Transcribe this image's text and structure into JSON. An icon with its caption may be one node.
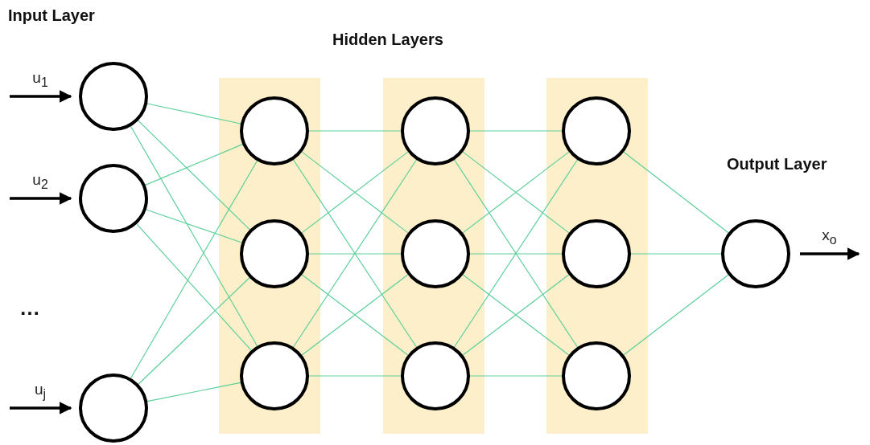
{
  "diagram": {
    "nodes": [
      {
        "text": [],
        "shape": "circle"
      },
      {
        "text": [],
        "shape": "circle"
      },
      {
        "text": [],
        "shape": "circle"
      },
      {
        "text": [],
        "shape": "bar"
      },
      {
        "text": [],
        "shape": "circle",
        "in": 3
      },
      {
        "text": [],
        "shape": "circle",
        "in": 3
      },
      {
        "text": [],
        "shape": "circle",
        "in": 3
      },
      {
        "text": [],
        "shape": "bar"
      },
      {
        "text": [],
        "shape": "circle",
        "in": 7
      },
      {
        "text": [],
        "shape": "circle",
        "in": 7
      },
      {
        "text": [],
        "shape": "circle",
        "in": 7
      },
      {
        "text": [],
        "shape": "bar"
      },
      {
        "text": [],
        "shape": "circle",
        "in": 11
      },
      {
        "text": [],
        "shape": "circle",
        "in": 11
      },
      {
        "text": [],
        "shape": "circle",
        "in": 11
      },
      {
        "text": [],
        "shape": "circle"
      }
    ],
    "edges": [
      {
        "from": null,
        "to": 0,
        "arrow": "to",
        "label": "u$_{1}$",
        "style": "thick",
        "color": "#000000"
      },
      {
        "from": null,
        "to": 1,
        "arrow": "to",
        "label": "u$_{2}$",
        "style": "thick",
        "color": "#000000"
      },
      {
        "from": null,
        "to": 2,
        "arrow": "to",
        "label": "u$_{j}$",
        "style": "thick",
        "color": "#000000"
      },
      {
        "from": 0,
        "to": 4,
        "arrow": "none"
      },
      {
        "from": 0,
        "to": 5,
        "arrow": "none"
      },
      {
        "from": 0,
        "to": 6,
        "arrow": "none"
      },
      {
        "from": 1,
        "to": 4,
        "arrow": "none"
      },
      {
        "from": 1,
        "to": 5,
        "arrow": "none"
      },
      {
        "from": 1,
        "to": 6,
        "arrow": "none"
      },
      {
        "from": 2,
        "to": 4,
        "arrow": "none"
      },
      {
        "from": 2,
        "to": 5,
        "arrow": "none"
      },
      {
        "from": 2,
        "to": 6,
        "arrow": "none"
      },
      {
        "from": 4,
        "to": 8,
        "arrow": "none"
      },
      {
        "from": 4,
        "to": 9,
        "arrow": "none"
      },
      {
        "from": 4,
        "to": 10,
        "arrow": "none"
      },
      {
        "from": 5,
        "to": 8,
        "arrow": "none"
      },
      {
        "from": 5,
        "to": 9,
        "arrow": "none"
      },
      {
        "from": 5,
        "to": 10,
        "arrow": "none"
      },
      {
        "from": 6,
        "to": 8,
        "arrow": "none"
      },
      {
        "from": 6,
        "to": 9,
        "arrow": "none"
      },
      {
        "from": 6,
        "to": 10,
        "arrow": "none"
      },
      {
        "from": 8,
        "to": 12,
        "arrow": "none"
      },
      {
        "from": 8,
        "to": 13,
        "arrow": "none"
      },
      {
        "from": 8,
        "to": 14,
        "arrow": "none"
      },
      {
        "from": 9,
        "to": 12,
        "arrow": "none"
      },
      {
        "from": 9,
        "to": 13,
        "arrow": "none"
      },
      {
        "from": 9,
        "to": 14,
        "arrow": "none"
      },
      {
        "from": 10,
        "to": 12,
        "arrow": "none"
      },
      {
        "from": 10,
        "to": 13,
        "arrow": "none"
      },
      {
        "from": 10,
        "to": 14,
        "arrow": "none"
      },
      {
        "from": 12,
        "to": 15,
        "arrow": "none"
      },
      {
        "from": 13,
        "to": 15,
        "arrow": "none"
      },
      {
        "from": 14,
        "to": 15,
        "arrow": "none"
      },
      {
        "from": 15,
        "to": null,
        "arrow": "to",
        "label": "x$_{o}$",
        "style": "thick",
        "color": "#000000"
      }
    ],
    "labels": [
      "Input Layer",
      "Hidden Layers",
      "Output Layer",
      "…"
    ]
  }
}
